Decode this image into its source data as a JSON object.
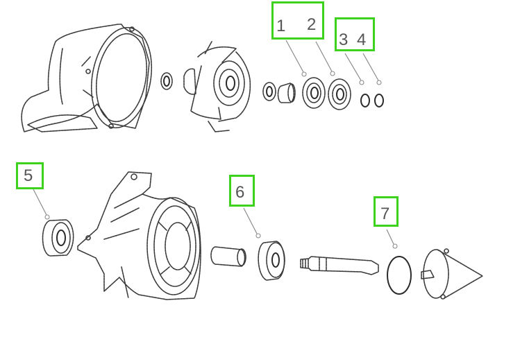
{
  "diagram": {
    "type": "exploded-parts-view",
    "accent_color": "#3cd21e",
    "label_color": "#555555",
    "callouts": [
      {
        "id": "1",
        "label": "1",
        "group": "A"
      },
      {
        "id": "2",
        "label": "2",
        "group": "A"
      },
      {
        "id": "3",
        "label": "3",
        "group": "B"
      },
      {
        "id": "4",
        "label": "4",
        "group": "B"
      },
      {
        "id": "5",
        "label": "5",
        "group": "C"
      },
      {
        "id": "6",
        "label": "6",
        "group": "D"
      },
      {
        "id": "7",
        "label": "7",
        "group": "E"
      }
    ],
    "parts_top_row": [
      "volute-housing",
      "seal-ring",
      "impeller",
      "washer",
      "sleeve",
      "bearing-1",
      "bearing-2",
      "o-ring-3",
      "o-ring-4"
    ],
    "parts_bottom_row": [
      "bearing-5",
      "bearing-housing",
      "spacer-tube",
      "bearing-6",
      "shaft",
      "o-ring-7",
      "nose-cone"
    ]
  }
}
